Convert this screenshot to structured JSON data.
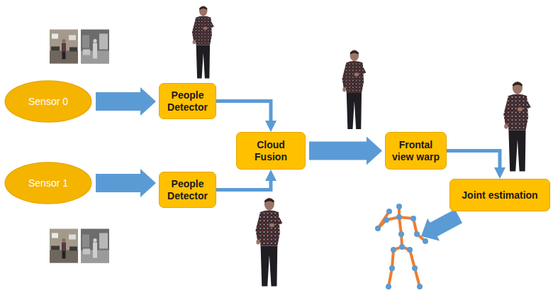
{
  "diagram": {
    "nodes": [
      {
        "text": [
          "Sensor 0"
        ]
      },
      {
        "text": [
          "People Detector"
        ]
      },
      {
        "text": [
          "Sensor 1"
        ]
      },
      {
        "text": [
          "People Detector"
        ]
      },
      {
        "text": [
          "Cloud Fusion"
        ]
      },
      {
        "text": [
          "Frontal view warp"
        ]
      },
      {
        "text": [
          "Joint estimation"
        ]
      }
    ],
    "edges": [
      {
        "from": 0,
        "to": 1,
        "arrow": "to"
      },
      {
        "from": 2,
        "to": 3,
        "arrow": "to"
      },
      {
        "from": 1,
        "to": 4,
        "arrow": "to"
      },
      {
        "from": 3,
        "to": 4,
        "arrow": "to"
      },
      {
        "from": 4,
        "to": 5,
        "arrow": "to"
      },
      {
        "from": 5,
        "to": 6,
        "arrow": "to"
      }
    ]
  }
}
